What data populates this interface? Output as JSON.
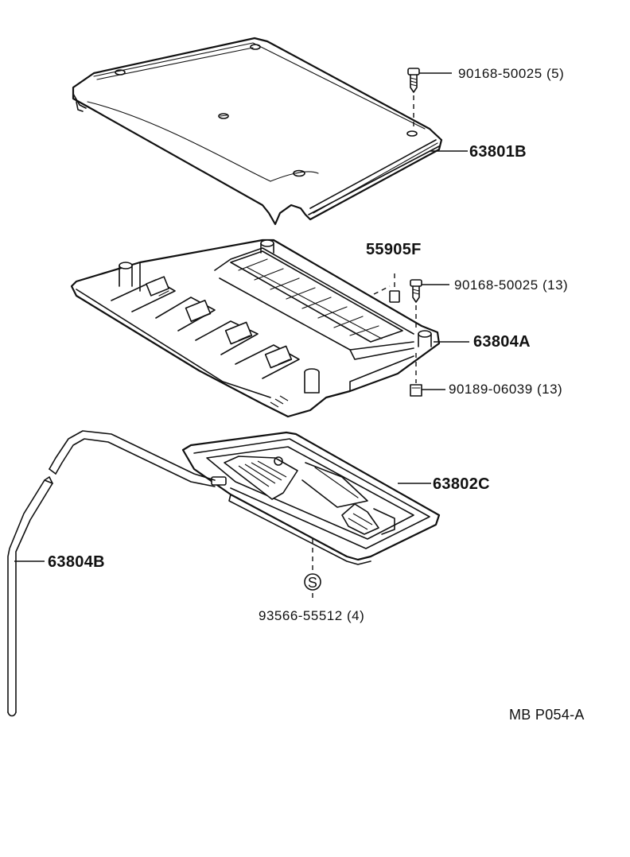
{
  "diagram_code": "MB P054-A",
  "parts": [
    {
      "number": "63801B"
    },
    {
      "number": "55905F"
    },
    {
      "number": "63804A"
    },
    {
      "number": "63802C"
    },
    {
      "number": "63804B"
    }
  ],
  "fasteners": [
    {
      "number": "90168-50025",
      "qty": "(5)"
    },
    {
      "number": "90168-50025",
      "qty": "(13)"
    },
    {
      "number": "90189-06039",
      "qty": "(13)"
    },
    {
      "number": "93566-55512",
      "qty": "(4)",
      "symbol": "S"
    }
  ]
}
